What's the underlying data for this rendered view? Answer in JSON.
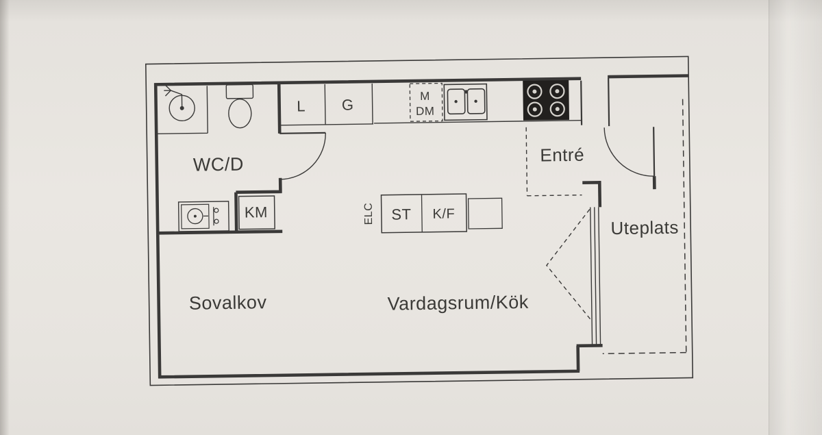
{
  "document": {
    "kind_label": "floorplan-drawing"
  },
  "colors": {
    "paper": "#e7e4df",
    "ink": "#3a3938",
    "stove_fill": "#22201e"
  },
  "rooms": {
    "wcd": "WC/D",
    "sovalkov": "Sovalkov",
    "vardagsrum_kok": "Vardagsrum/Kök",
    "entre": "Entré",
    "uteplats": "Uteplats"
  },
  "fixtures": {
    "km": "KM",
    "l": "L",
    "g": "G",
    "m": "M",
    "dm": "DM",
    "elc": "ELC",
    "st": "ST",
    "kf": "K/F"
  },
  "icons": {
    "shower": "shower-icon",
    "toilet": "toilet-icon",
    "washbasin": "washbasin-icon",
    "kitchen_sink": "kitchen-sink-icon",
    "stove": "stove-icon",
    "door_swing": "door-swing-icon"
  }
}
